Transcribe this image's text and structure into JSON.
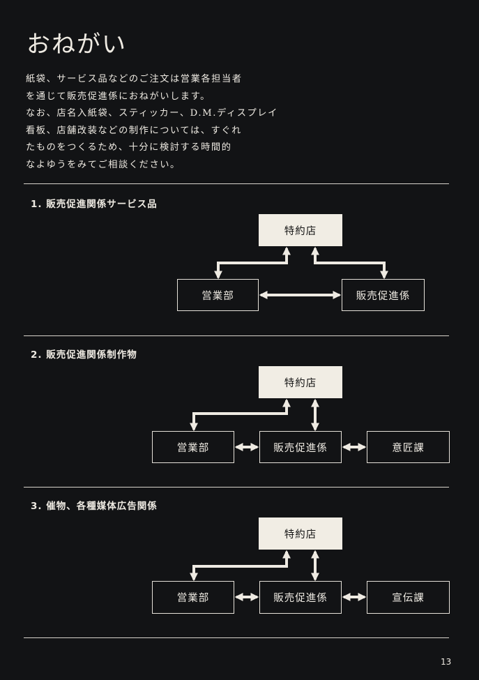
{
  "title": "おねがい",
  "body_lines": [
    "紙袋、サービス品などのご注文は営業各担当者",
    "を通じて販売促進係におねがいします。",
    "なお、店名入紙袋、スティッカー、D.M.ディスプレイ",
    "看板、店舗改装などの制作については、すぐれ",
    "たものをつくるため、十分に検討する時間的",
    "なよゆうをみてご相談ください。"
  ],
  "sections": [
    {
      "heading": "1. 販売促進関係サービス品",
      "top": "特約店",
      "nodes": [
        "営業部",
        "販売促進係"
      ]
    },
    {
      "heading": "2. 販売促進関係制作物",
      "top": "特約店",
      "nodes": [
        "営業部",
        "販売促進係",
        "意匠課"
      ]
    },
    {
      "heading": "3. 催物、各種媒体広告関係",
      "top": "特約店",
      "nodes": [
        "営業部",
        "販売促進係",
        "宣伝課"
      ]
    }
  ],
  "page_number": "13"
}
